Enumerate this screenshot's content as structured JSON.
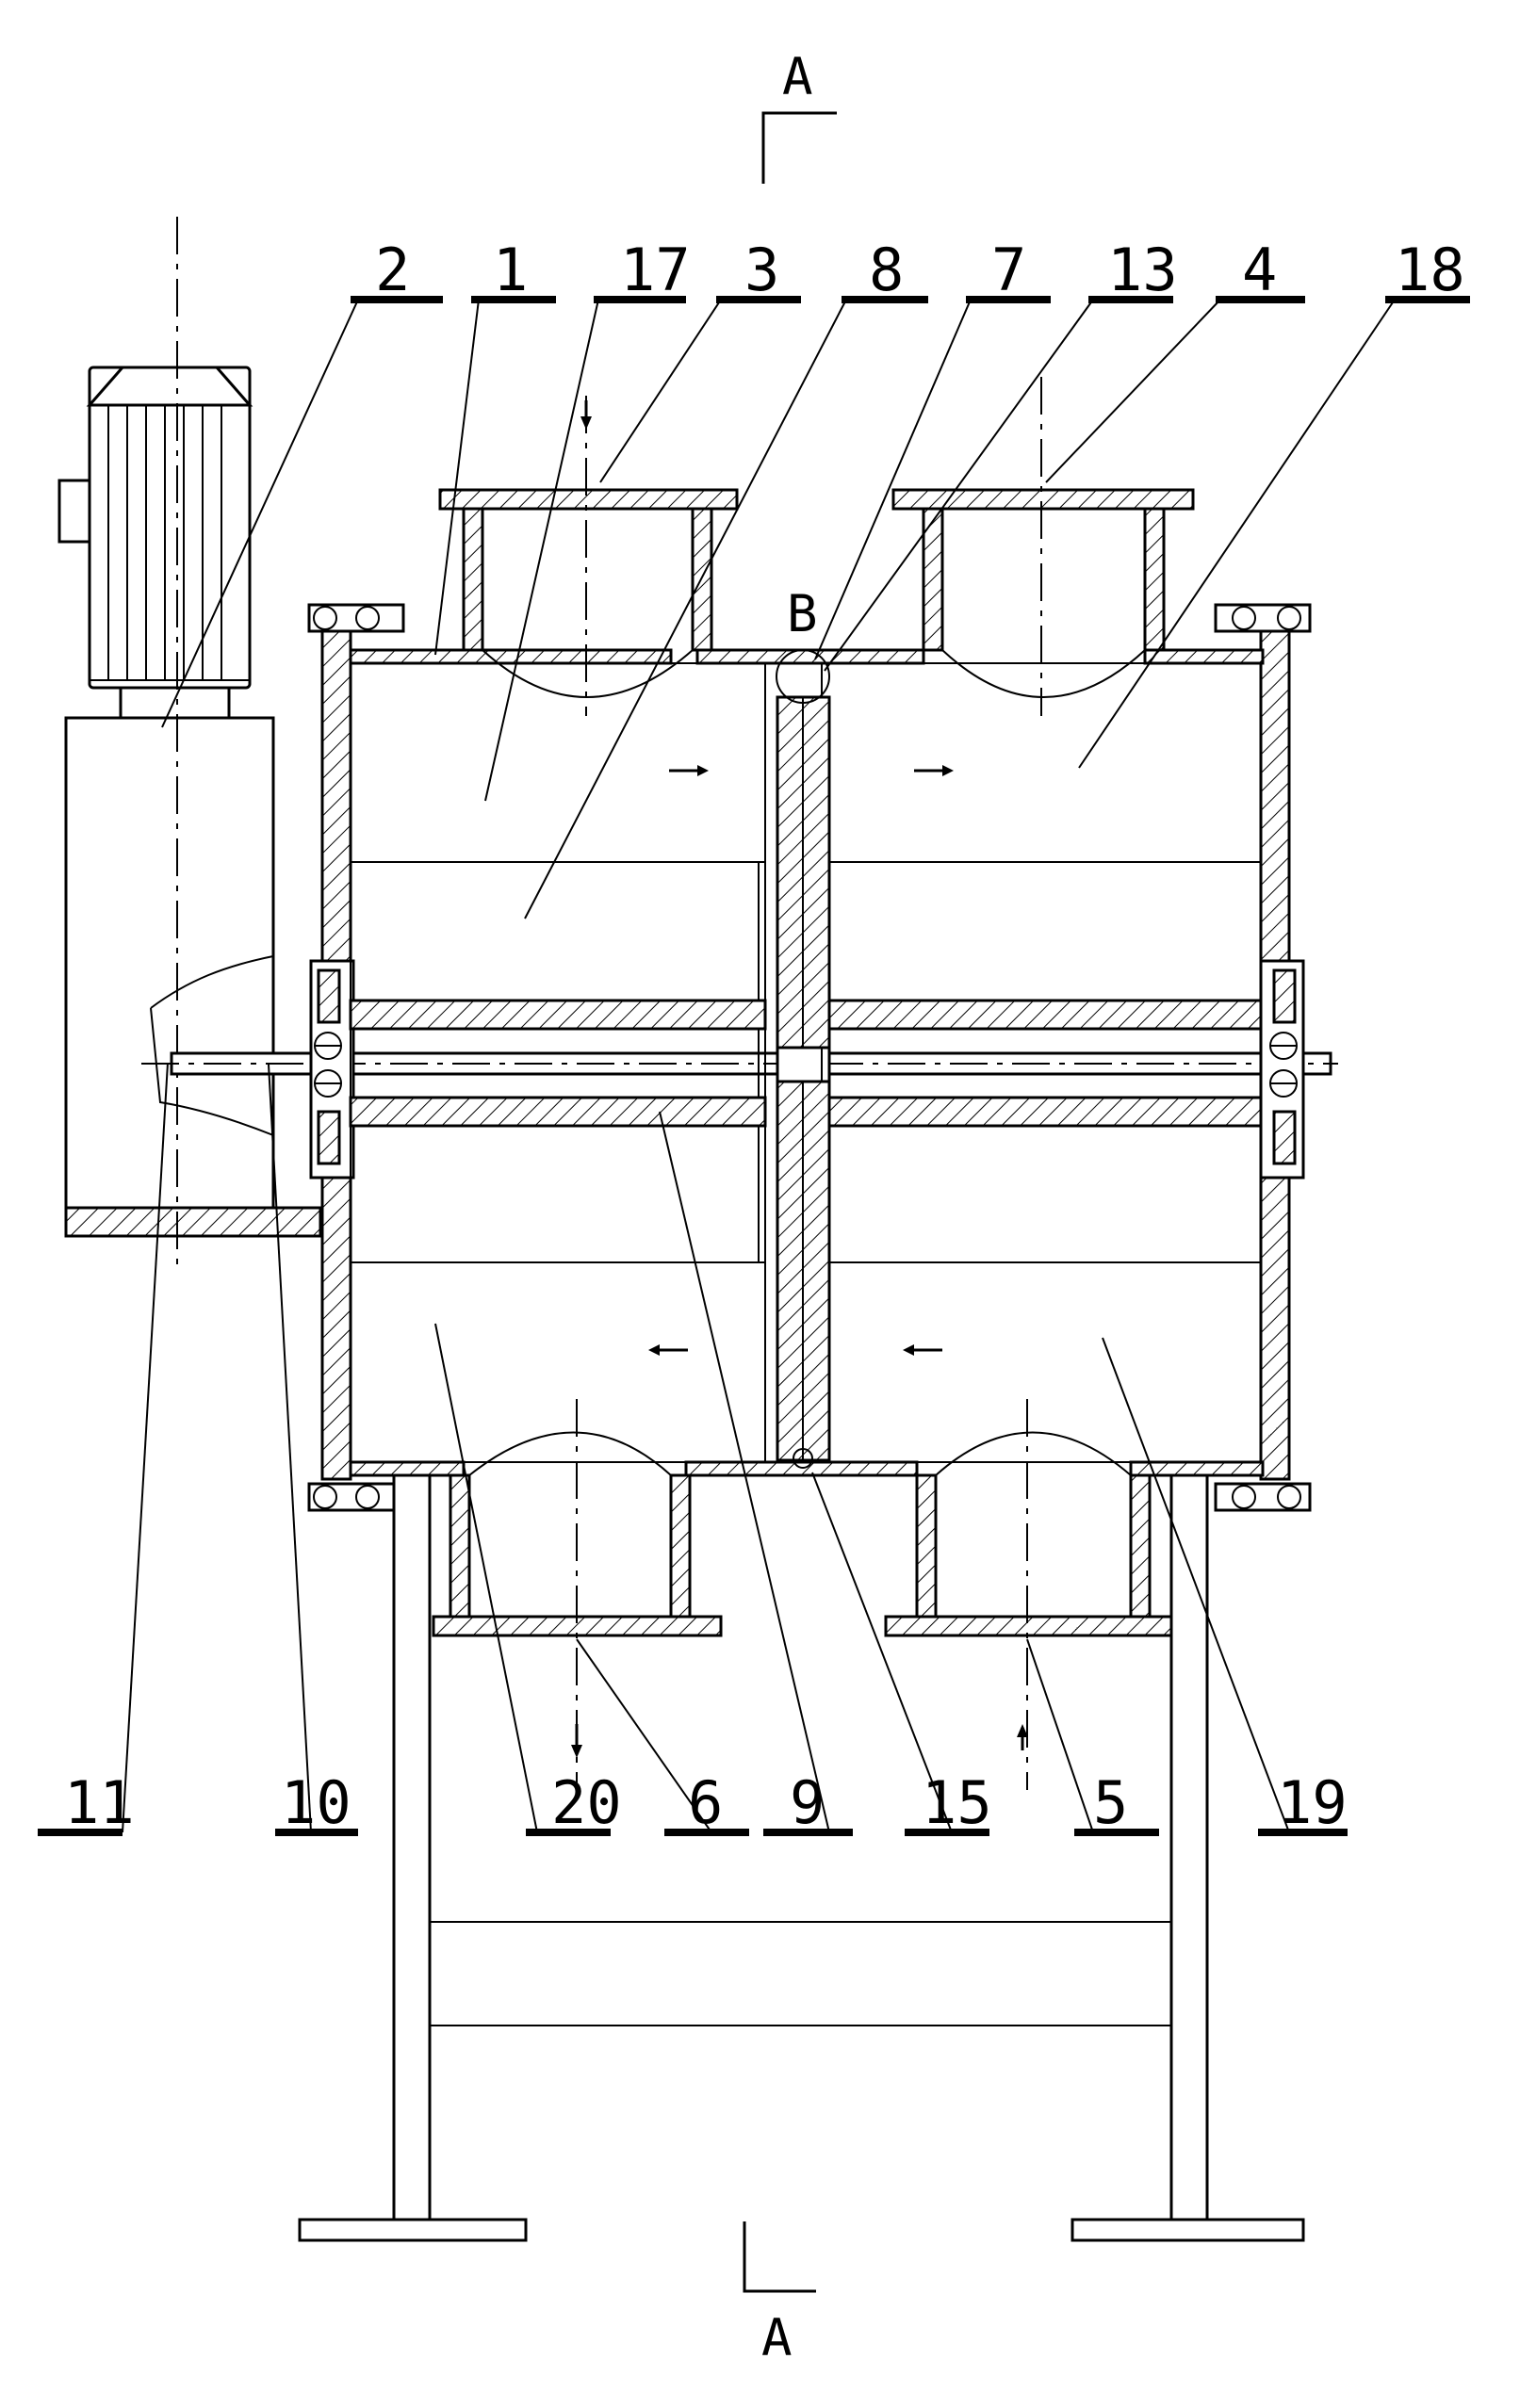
{
  "section_marks": {
    "top": "A",
    "bottom": "A",
    "detail": "B"
  },
  "labels": [
    {
      "id": "2",
      "text": "2"
    },
    {
      "id": "1",
      "text": "1"
    },
    {
      "id": "17",
      "text": "17"
    },
    {
      "id": "3",
      "text": "3"
    },
    {
      "id": "8",
      "text": "8"
    },
    {
      "id": "7",
      "text": "7"
    },
    {
      "id": "13",
      "text": "13"
    },
    {
      "id": "4",
      "text": "4"
    },
    {
      "id": "18",
      "text": "18"
    },
    {
      "id": "11",
      "text": "11"
    },
    {
      "id": "10",
      "text": "10"
    },
    {
      "id": "20",
      "text": "20"
    },
    {
      "id": "6",
      "text": "6"
    },
    {
      "id": "9",
      "text": "9"
    },
    {
      "id": "15",
      "text": "15"
    },
    {
      "id": "5",
      "text": "5"
    },
    {
      "id": "19",
      "text": "19"
    }
  ]
}
